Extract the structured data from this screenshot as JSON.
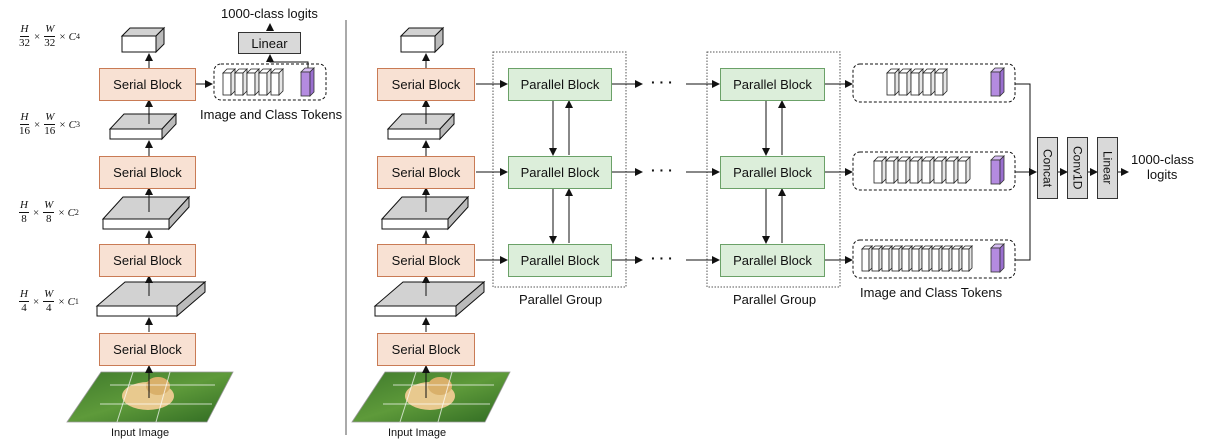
{
  "left": {
    "serial_block": "Serial Block",
    "linear": "Linear",
    "logits": "1000-class logits",
    "tokens": "Image and Class Tokens",
    "input": "Input Image",
    "dims": [
      {
        "num": "H",
        "den": "32",
        "num2": "W",
        "den2": "32",
        "c": "C",
        "sub": "4"
      },
      {
        "num": "H",
        "den": "16",
        "num2": "W",
        "den2": "16",
        "c": "C",
        "sub": "3"
      },
      {
        "num": "H",
        "den": "8",
        "num2": "W",
        "den2": "8",
        "c": "C",
        "sub": "2"
      },
      {
        "num": "H",
        "den": "4",
        "num2": "W",
        "den2": "4",
        "c": "C",
        "sub": "1"
      }
    ],
    "times": "×"
  },
  "right": {
    "serial_block": "Serial Block",
    "parallel_block": "Parallel Block",
    "parallel_group": "Parallel Group",
    "dots": "· · ·",
    "tokens": "Image and Class Tokens",
    "input": "Input Image",
    "concat": "Concat",
    "conv1d": "Conv1D",
    "linear": "Linear",
    "logits_line1": "1000-class",
    "logits_line2": "logits"
  },
  "colors": {
    "serial_fill": "#f8e1d3",
    "serial_border": "#c97b55",
    "parallel_fill": "#dceeda",
    "parallel_border": "#6ba168",
    "class_token": "#b48be0",
    "gray_block": "#d2d2d2"
  }
}
